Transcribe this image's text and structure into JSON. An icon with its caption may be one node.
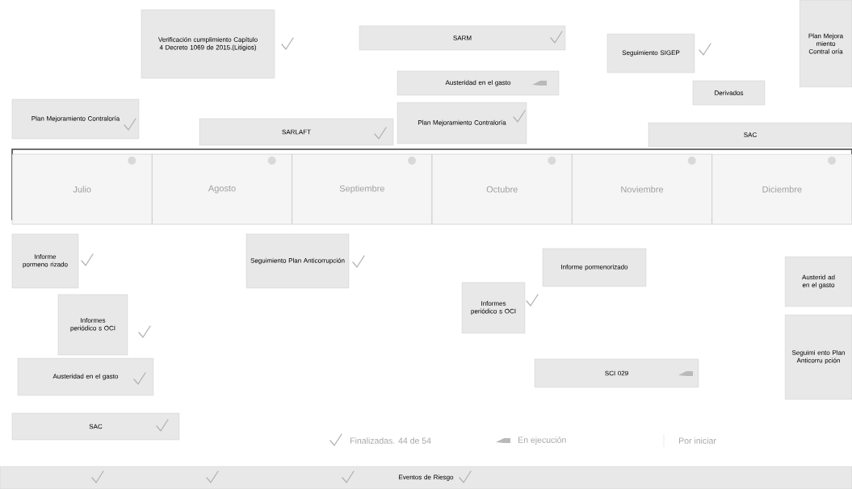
{
  "diagram": {
    "nodes": [
      {
        "text": [
          "Verificación cumplimiento Capítulo 4 Decreto 1069 de 2015.(Litigios)"
        ]
      },
      {
        "text": [
          "SARM"
        ]
      },
      {
        "text": [
          "Seguimiento SIGEP"
        ]
      },
      {
        "text": [
          "Plan Mejora miento Contral oría"
        ]
      },
      {
        "text": [
          "Austeridad en el gasto"
        ]
      },
      {
        "text": [
          "Derivados"
        ]
      },
      {
        "text": [
          "Plan Mejoramiento Contraloría"
        ]
      },
      {
        "text": [
          "Plan Mejoramiento Contraloría"
        ]
      },
      {
        "text": [
          "SARLAFT"
        ]
      },
      {
        "text": [
          "SAC"
        ]
      },
      {
        "text": [],
        "shape": "box"
      },
      {
        "text": [
          "Julio"
        ],
        "in": 10
      },
      {
        "text": [
          "Agosto"
        ],
        "in": 10
      },
      {
        "text": [
          "Septiembre"
        ],
        "in": 10
      },
      {
        "text": [
          "Octubre"
        ],
        "in": 10
      },
      {
        "text": [
          "Noviembre"
        ],
        "in": 10
      },
      {
        "text": [
          "Diciembre"
        ],
        "in": 10
      },
      {
        "text": [
          "Informe pormeno rizado"
        ]
      },
      {
        "text": [
          "Seguimiento Plan Anticorrupción"
        ]
      },
      {
        "text": [
          "Informe pormenorizado"
        ]
      },
      {
        "text": [
          "Austerid ad en el gasto"
        ]
      },
      {
        "text": [
          "Informes periódico s OCI"
        ]
      },
      {
        "text": [
          "Informes periódico s OCI"
        ]
      },
      {
        "text": [
          "Seguimi ento Plan Anticorru pción"
        ]
      },
      {
        "text": [
          "Austeridad en el gasto"
        ]
      },
      {
        "text": [
          "SCI 029"
        ]
      },
      {
        "text": [
          "SAC"
        ]
      },
      {
        "text": [
          "Eventos de Riesgo"
        ]
      }
    ],
    "legend": [
      {
        "text": "Finalizadas. 44 de 54"
      },
      {
        "text": "En ejecución"
      },
      {
        "text": "Por iniciar"
      }
    ]
  }
}
